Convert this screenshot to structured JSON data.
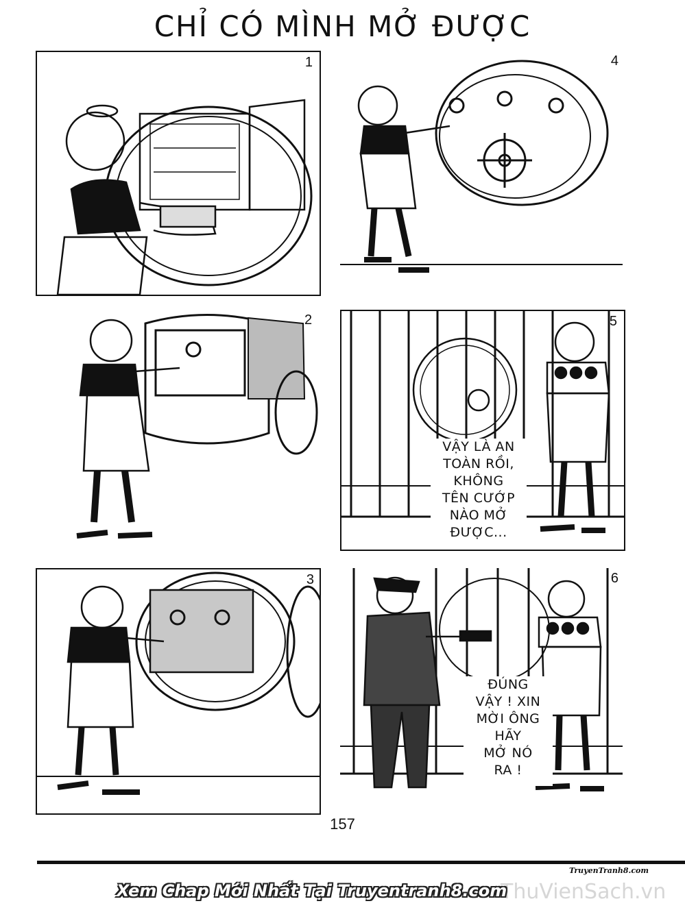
{
  "page": {
    "title": "CHỈ CÓ MÌNH MỞ ĐƯỢC",
    "page_number": "157",
    "site_credit": "TruyenTranh8.com",
    "footer_banner": "Xem Chap Mới Nhất Tại Truyentranh8.com",
    "watermark": "ThuVienSach.vn"
  },
  "panels": [
    {
      "id": "1",
      "number": "1",
      "speech": []
    },
    {
      "id": "2",
      "number": "2",
      "speech": []
    },
    {
      "id": "3",
      "number": "3",
      "speech": []
    },
    {
      "id": "4",
      "number": "4",
      "speech": []
    },
    {
      "id": "5",
      "number": "5",
      "speech": [
        "VẬY LÀ AN",
        "TOÀN RỒI,",
        "KHÔNG",
        "TÊN CƯỚP",
        "NÀO MỞ",
        "ĐƯỢC..."
      ]
    },
    {
      "id": "6",
      "number": "6",
      "speech": [
        "ĐÚNG",
        "VẬY ! XIN",
        "MỜI ÔNG",
        "HÃY",
        "MỞ NÓ",
        "RA !"
      ]
    }
  ]
}
